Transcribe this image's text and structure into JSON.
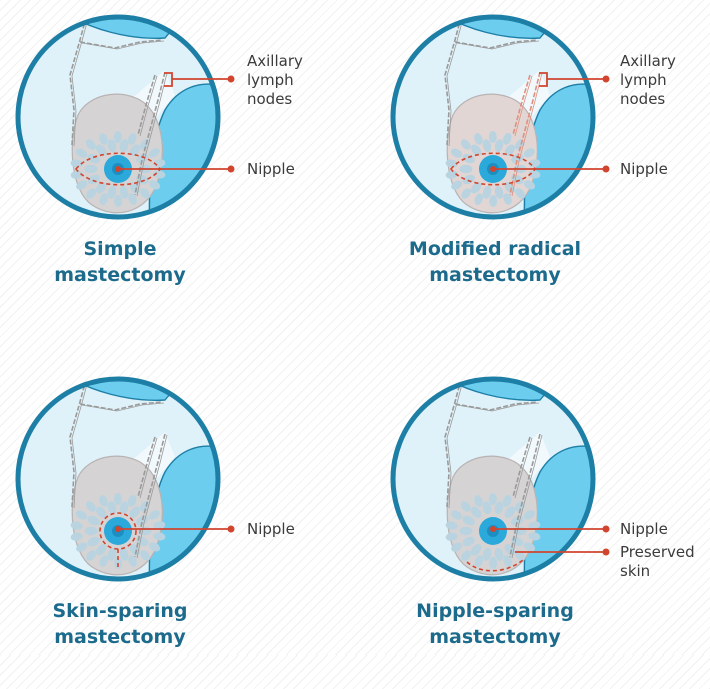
{
  "colors": {
    "ring": "#1d7fa6",
    "inner_bg": "#dff1f9",
    "arm": "#6ccdee",
    "breast": "#d5d3d3",
    "lobule": "#b9d4e0",
    "nipple": "#2aa9da",
    "callout": "#d1452f",
    "title": "#1d6b8c"
  },
  "panels": [
    {
      "id": "simple",
      "title_lines": [
        "Simple",
        "mastectomy"
      ],
      "labels": [
        {
          "key": "lymph",
          "lines": [
            "Axillary",
            "lymph",
            "nodes"
          ]
        },
        {
          "key": "nipple",
          "lines": [
            "Nipple"
          ]
        }
      ]
    },
    {
      "id": "modified-radical",
      "title_lines": [
        "Modified radical",
        "mastectomy"
      ],
      "labels": [
        {
          "key": "lymph",
          "lines": [
            "Axillary",
            "lymph",
            "nodes"
          ]
        },
        {
          "key": "nipple",
          "lines": [
            "Nipple"
          ]
        }
      ]
    },
    {
      "id": "skin-sparing",
      "title_lines": [
        "Skin-sparing",
        "mastectomy"
      ],
      "labels": [
        {
          "key": "nipple",
          "lines": [
            "Nipple"
          ]
        }
      ]
    },
    {
      "id": "nipple-sparing",
      "title_lines": [
        "Nipple-sparing",
        "mastectomy"
      ],
      "labels": [
        {
          "key": "nipple",
          "lines": [
            "Nipple"
          ]
        },
        {
          "key": "skin",
          "lines": [
            "Preserved",
            "skin"
          ]
        }
      ]
    }
  ]
}
